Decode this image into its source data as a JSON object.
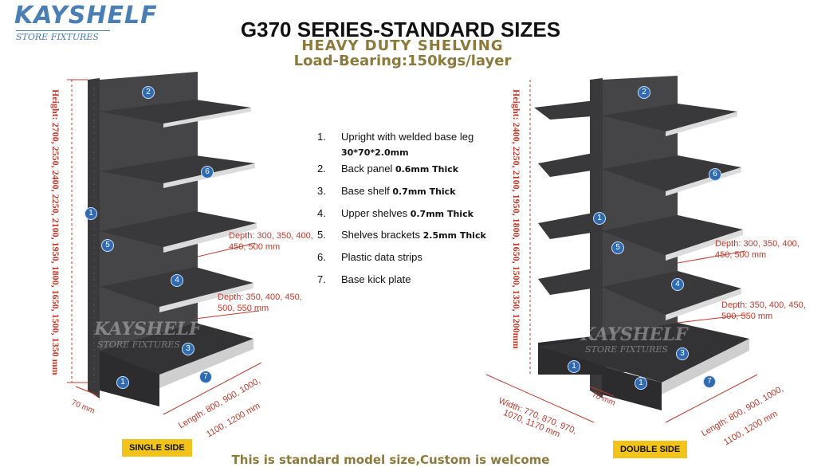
{
  "logo": {
    "name": "KAYSHELF",
    "tagline": "STORE FIXTURES"
  },
  "title": "G370 SERIES-STANDARD SIZES",
  "subtitle": "HEAVY DUTY SHELVING",
  "load_bearing": "Load-Bearing:150kgs/layer",
  "features": [
    {
      "num": "1.",
      "text": "Upright with welded base leg",
      "spec": "30*70*2.0mm"
    },
    {
      "num": "2.",
      "text": "Back panel ",
      "spec": "0.6mm Thick"
    },
    {
      "num": "3.",
      "text": "Base shelf ",
      "spec": "0.7mm Thick"
    },
    {
      "num": "4.",
      "text": "Upper shelves ",
      "spec": "0.7mm Thick"
    },
    {
      "num": "5.",
      "text": "Shelves brackets ",
      "spec": "2.5mm Thick"
    },
    {
      "num": "6.",
      "text": "Plastic data strips",
      "spec": ""
    },
    {
      "num": "7.",
      "text": "Base kick plate",
      "spec": ""
    }
  ],
  "single_side": {
    "label": "SINGLE SIDE",
    "height": "Height: 2700, 2550, 2400, 2250, 2100, 1950, 1800, 1650, 1500, 1350 mm",
    "depth_upper_1": "Depth: 300, 350, 400,",
    "depth_upper_2": "450, 500 mm",
    "depth_base_1": "Depth: 350, 400, 450,",
    "depth_base_2": "500, 550 mm",
    "base_leg": "70 mm",
    "length_1": "Length: 800, 900, 1000,",
    "length_2": "1100, 1200 mm"
  },
  "double_side": {
    "label": "DOUBLE SIDE",
    "height": "Height: 2400, 2250, 2100, 1950, 1800, 1650, 1500, 1350, 1200mm",
    "depth_upper_1": "Depth: 300, 350, 400,",
    "depth_upper_2": "450, 500 mm",
    "depth_base_1": "Depth: 350, 400, 450,",
    "depth_base_2": "500, 550 mm",
    "base_leg": "70 mm",
    "width_1": "Width: 770, 870, 970,",
    "width_2": "1070, 1170 mm",
    "length_1": "Length: 800, 900, 1000,",
    "length_2": "1100, 1200 mm"
  },
  "markers": {
    "m1": "1",
    "m2": "2",
    "m3": "3",
    "m4": "4",
    "m5": "5",
    "m6": "6",
    "m7": "7"
  },
  "footer": "This is standard model size,Custom is welcome",
  "colors": {
    "shelf": "#3b3b3d",
    "shelf_edge": "#d8d8d8",
    "dimension": "#c0392b",
    "accent": "#8b7a3c",
    "badge": "#f2c318",
    "marker": "#2f6bb3"
  }
}
